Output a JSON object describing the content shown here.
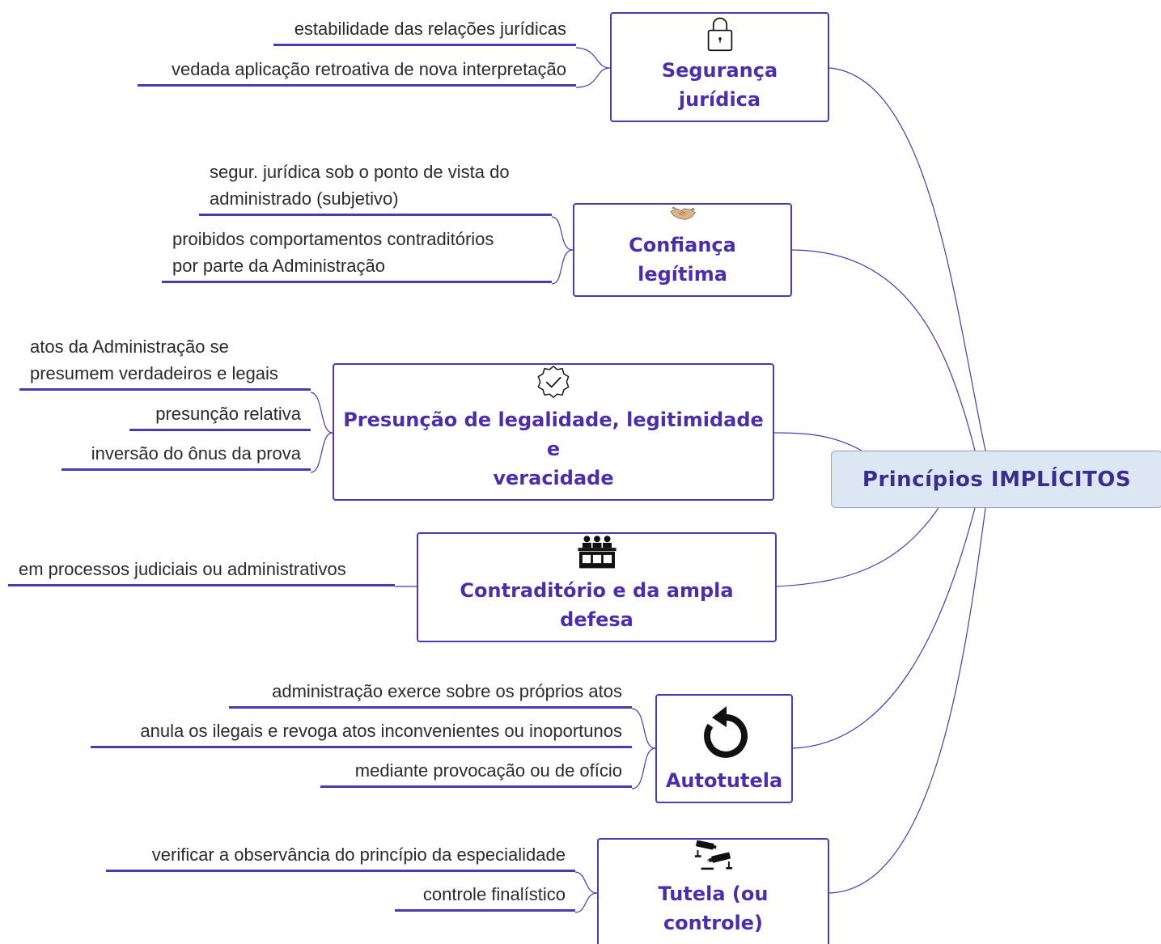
{
  "root": {
    "title": "Princípios IMPLÍCITOS"
  },
  "colors": {
    "accent": "#4b3ab0",
    "title": "#4b2fa8",
    "root_fill": "#dde6f3",
    "root_text": "#3a2e8c"
  },
  "topics": [
    {
      "title": "Segurança jurídica",
      "icon": "padlock-icon",
      "details": [
        "estabilidade das relações jurídicas",
        "vedada aplicação retroativa de nova interpretação"
      ]
    },
    {
      "title": "Confiança legítima",
      "icon": "handshake-icon",
      "details": [
        [
          "segur. jurídica sob o ponto de vista do",
          "administrado (subjetivo)"
        ],
        [
          "proibidos comportamentos contraditórios",
          "por parte da Administração"
        ]
      ]
    },
    {
      "title": [
        "Presunção de legalidade, legitimidade e",
        "veracidade"
      ],
      "icon": "verified-badge-icon",
      "details": [
        [
          "atos da Administração se",
          "presumem verdadeiros e legais"
        ],
        "presunção relativa",
        "inversão do ônus da prova"
      ]
    },
    {
      "title": "Contraditório e da ampla defesa",
      "icon": "tribunal-icon",
      "details": [
        "em processos judiciais ou administrativos"
      ]
    },
    {
      "title": "Autotutela",
      "icon": "undo-arrow-icon",
      "details": [
        "administração exerce sobre os próprios atos",
        "anula os ilegais e revoga atos inconvenientes ou inoportunos",
        "mediante provocação ou de ofício"
      ]
    },
    {
      "title": "Tutela (ou controle)",
      "icon": "surveillance-cameras-icon",
      "details": [
        "verificar a observância do princípio da especialidade",
        "controle finalístico"
      ]
    }
  ]
}
